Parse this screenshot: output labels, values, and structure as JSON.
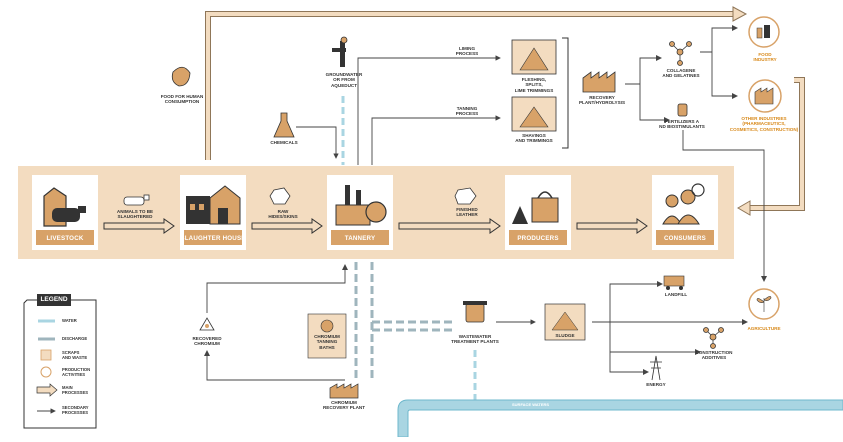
{
  "main_chain": [
    {
      "label": "LIVESTOCK"
    },
    {
      "label": "SLAUGHTER HOUSE"
    },
    {
      "label": "TANNERY"
    },
    {
      "label": "PRODUCERS"
    },
    {
      "label": "CONSUMERS"
    }
  ],
  "flow_labels": {
    "animals": "ANIMALS TO BE\nSLAUGHTERED",
    "raw_hides": "RAW\nHIDES/SKINS",
    "finished_leather": "FINISHED\nLEATHER",
    "food_human": "FOOD FOR HUMAN\nCONSUMPTION",
    "groundwater": "GROUNDWATER\nOR FROM\nAQUEDUCT",
    "chemicals": "CHEMICALS",
    "liming": "LIMING\nPROCESS",
    "tanning": "TANNING\nPROCESS",
    "fleshing": "FLESHING,\nSPLITS,\nLIME TRIMMINGS",
    "shavings": "SHAVINGS\nAND TRIMMINGS",
    "recovery_plant": "RECOVERY\nPLANT/HYDROLYSIS",
    "collagene": "COLLAGENE\nAND GELATINES",
    "fertilizers": "FERTILIZERS A\nND BIOSTIMULANTS",
    "food_industry": "FOOD\nINDUSTRY",
    "other_industries": "OTHER INDUSTRIES\n(PHARMACEUTICS,\nCOSMETICS, CONSTRUCTION)",
    "recovered_chromium": "RECOVERED\nCHROMIUM",
    "chromium_baths": "CHROMIUM\nTANNING\nBATHS",
    "chromium_plant": "CHROMIUM\nRECOVERY PLANT",
    "wastewater_plants": "WASTEWATER\nTREATMENT PLANTS",
    "sludge": "SLUDGE",
    "landfill": "LANDFILL",
    "agriculture": "AGRICULTURE",
    "construction_additives": "CONSTRUCTION\nADDITIVES",
    "energy": "ENERGY",
    "surface_waters": "SURFACE WATERS"
  },
  "legend": {
    "title": "LEGEND",
    "items": [
      {
        "label": "WATER",
        "icon": "water-line-icon"
      },
      {
        "label": "DISCHARGE",
        "icon": "discharge-line-icon"
      },
      {
        "label": "SCRAPS\nAND WASTE",
        "icon": "square-icon"
      },
      {
        "label": "PRODUCTION\nACTIVITIES",
        "icon": "circle-icon"
      },
      {
        "label": "MAIN\nPROCESSES",
        "icon": "big-arrow-icon"
      },
      {
        "label": "SECONDARY\nPROCESSES",
        "icon": "thin-arrow-icon"
      }
    ]
  },
  "colors": {
    "band": "#f3dcc0",
    "accent": "#d8a268",
    "orange_text": "#d8891a",
    "water": "#a9d5e2",
    "discharge": "#9fb5bd",
    "dark": "#333333"
  }
}
